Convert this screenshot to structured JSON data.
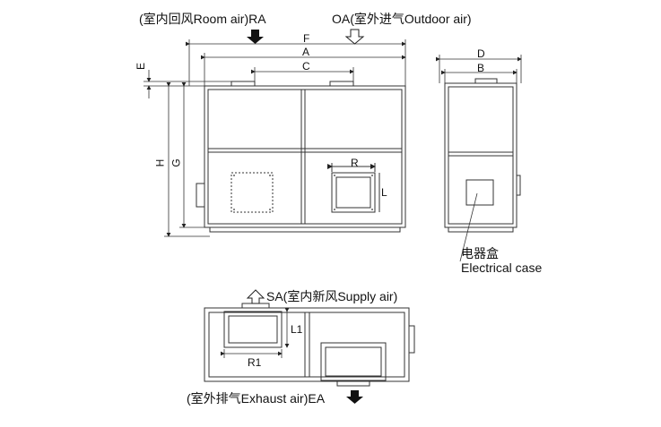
{
  "labels": {
    "room_air": "(室内回风Room air)RA",
    "outdoor_air": "OA(室外进气Outdoor air)",
    "supply_air": "SA(室内新风Supply air)",
    "exhaust_air": "(室外排气Exhaust air)EA",
    "electrical_case_cn": "电器盒",
    "electrical_case_en": "Electrical case"
  },
  "dimensions": {
    "A": "A",
    "B": "B",
    "C": "C",
    "D": "D",
    "E": "E",
    "F": "F",
    "G": "G",
    "H": "H",
    "L": "L",
    "R": "R",
    "L1": "L1",
    "R1": "R1"
  }
}
